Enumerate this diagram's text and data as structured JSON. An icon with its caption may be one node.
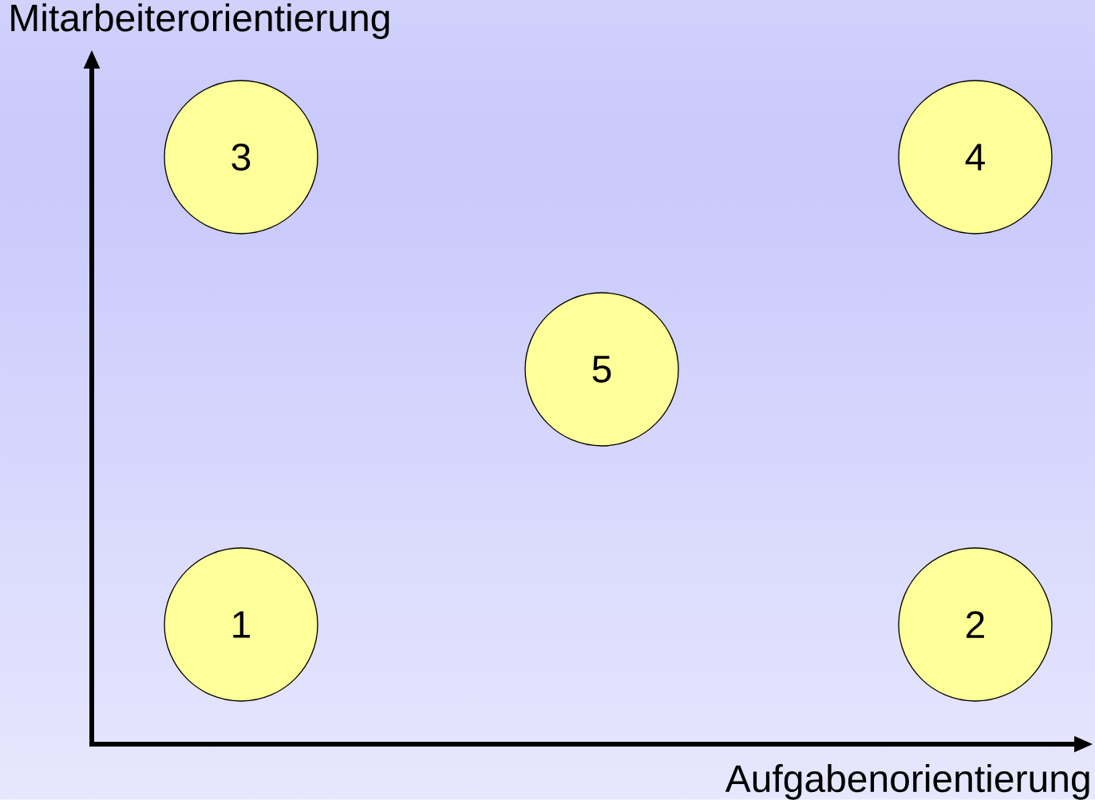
{
  "diagram": {
    "nodes": [
      {
        "text": [
          "3"
        ]
      },
      {
        "text": [
          "4"
        ]
      },
      {
        "text": [
          "5"
        ]
      },
      {
        "text": [
          "1"
        ]
      },
      {
        "text": [
          "2"
        ]
      }
    ],
    "edges": [],
    "labels": [
      "Mitarbeiterorientierung",
      "Aufgabenorientierung"
    ]
  }
}
